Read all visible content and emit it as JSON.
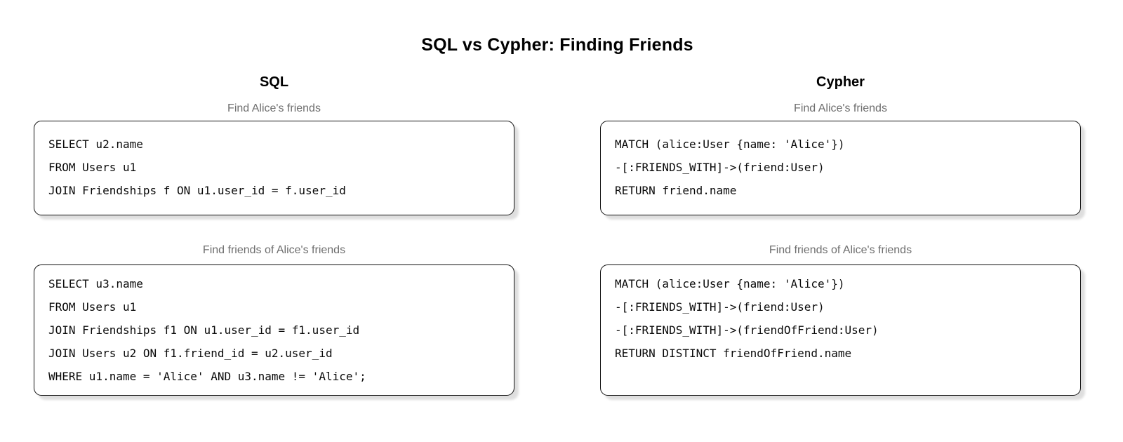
{
  "title": "SQL vs Cypher: Finding Friends",
  "columns": [
    {
      "header": "SQL",
      "boxes": [
        {
          "label": "Find Alice's friends",
          "lines": [
            "SELECT u2.name",
            "FROM Users u1",
            "JOIN Friendships f ON u1.user_id = f.user_id"
          ]
        },
        {
          "label": "Find friends of Alice's friends",
          "lines": [
            "SELECT u3.name",
            "FROM Users u1",
            "JOIN Friendships f1 ON u1.user_id = f1.user_id",
            "JOIN Users u2 ON f1.friend_id = u2.user_id",
            "WHERE u1.name = 'Alice' AND u3.name != 'Alice';"
          ]
        }
      ]
    },
    {
      "header": "Cypher",
      "boxes": [
        {
          "label": "Find Alice's friends",
          "lines": [
            "MATCH (alice:User {name: 'Alice'})",
            "-[:FRIENDS_WITH]->(friend:User)",
            "RETURN friend.name"
          ]
        },
        {
          "label": "Find friends of Alice's friends",
          "lines": [
            "MATCH (alice:User {name: 'Alice'})",
            "-[:FRIENDS_WITH]->(friend:User)",
            "-[:FRIENDS_WITH]->(friendOfFriend:User)",
            "RETURN DISTINCT friendOfFriend.name"
          ]
        }
      ]
    }
  ],
  "colors": {
    "background": "#ffffff",
    "title_text": "#000000",
    "label_text": "#6e6e6e",
    "code_text": "#0a0a0a",
    "border": "#111111",
    "shadow": "rgba(0,0,0,0.13)"
  }
}
